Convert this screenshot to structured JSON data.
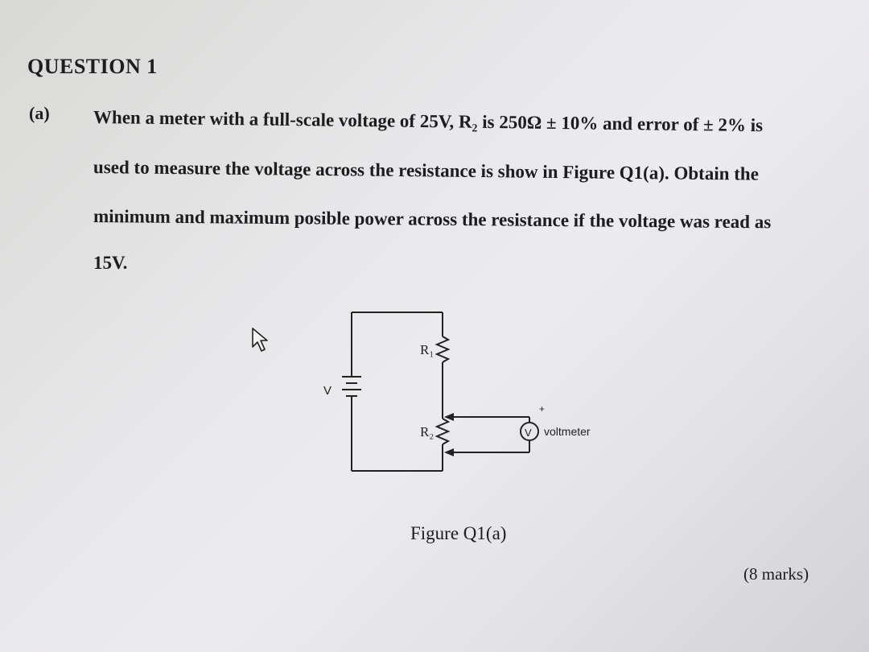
{
  "question": {
    "heading": "QUESTION 1",
    "part_label": "(a)",
    "lines": [
      "When a meter with a full-scale voltage of 25V, R₂ is 250Ω ± 10% and error of ± 2% is",
      "used to measure the voltage across the resistance is show in Figure Q1(a). Obtain the",
      "minimum and maximum posible power across the resistance if the voltage was read as",
      "15V."
    ],
    "marks": "(8 marks)"
  },
  "figure": {
    "caption": "Figure Q1(a)",
    "labels": {
      "r1": "R₁",
      "r2": "R₂",
      "source": "V",
      "meter_symbol": "V",
      "meter": "voltmeter",
      "plus": "+"
    }
  },
  "icons": {
    "cursor": "mouse-pointer-icon"
  }
}
